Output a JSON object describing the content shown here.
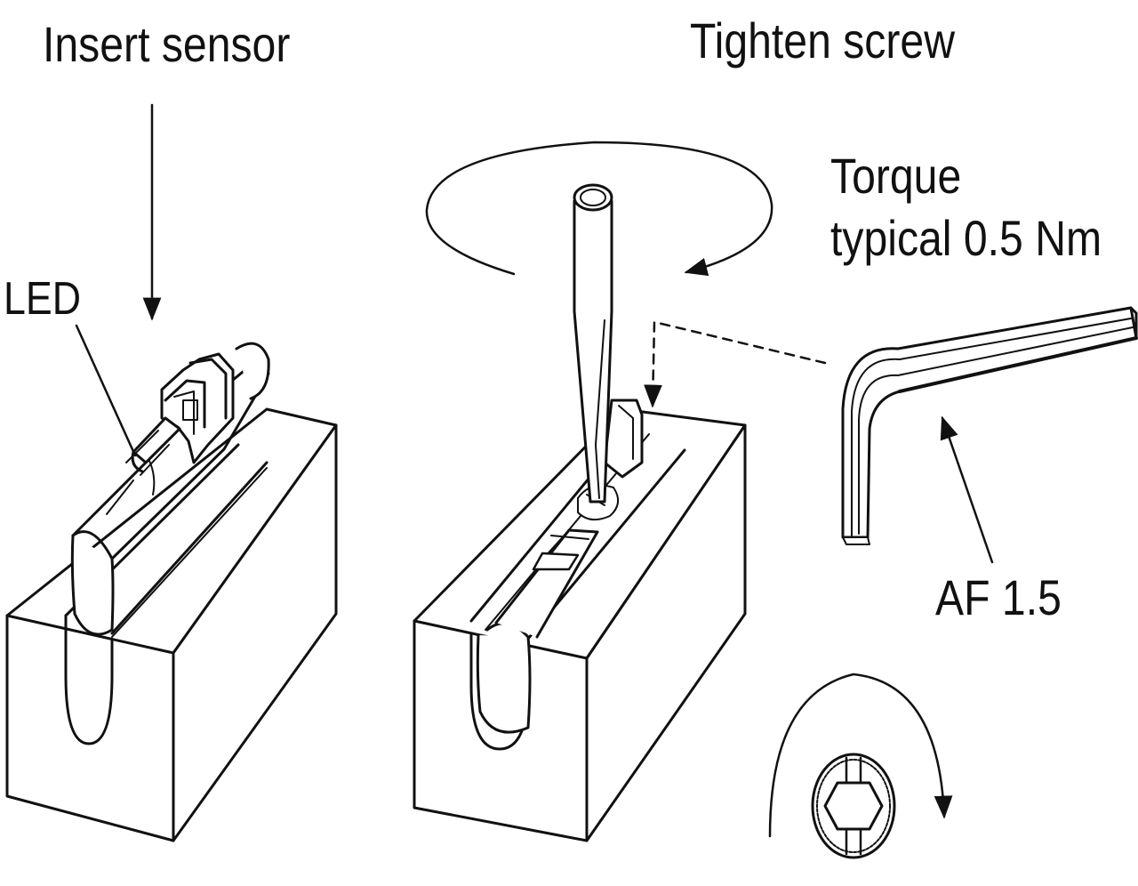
{
  "labels": {
    "insert_sensor": "Insert sensor",
    "tighten_screw": "Tighten screw",
    "led": "LED",
    "torque_line1": "Torque",
    "torque_line2": "typical 0.5 Nm",
    "af": "AF 1.5"
  },
  "colors": {
    "ink": "#111111",
    "background": "#ffffff"
  }
}
